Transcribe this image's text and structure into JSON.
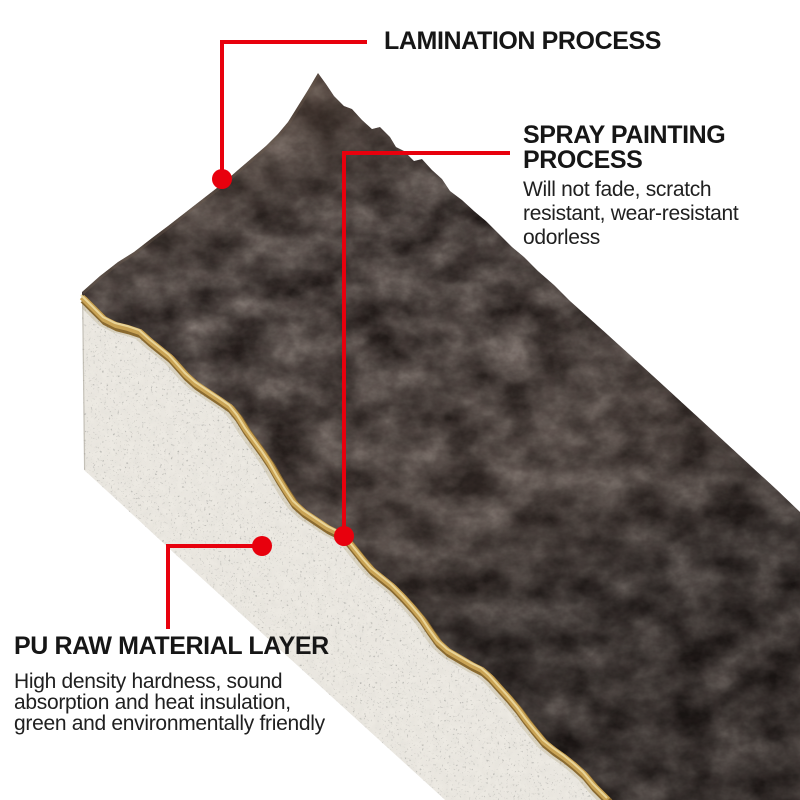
{
  "colors": {
    "background": "#ffffff",
    "accent_red": "#e8000d",
    "heading_text": "#161616",
    "body_text": "#202020",
    "stone_black": "#1f1917",
    "pu_white": "#ece9e2",
    "lamination_gold": "#c9a355",
    "lamination_gold_dark": "#8a6a30",
    "lamination_gold_light": "#ecd9a0"
  },
  "callouts": {
    "lamination": {
      "title": "LAMINATION PROCESS"
    },
    "spray_painting": {
      "title_lines": [
        "SPRAY PAINTING",
        "PROCESS"
      ],
      "desc_lines": [
        "Will not fade, scratch",
        "resistant, wear-resistant",
        "odorless"
      ]
    },
    "pu_layer": {
      "title": "PU RAW MATERIAL LAYER",
      "desc_lines": [
        "High density hardness, sound",
        "absorption and heat insulation,",
        "green and environmentally friendly"
      ]
    }
  }
}
